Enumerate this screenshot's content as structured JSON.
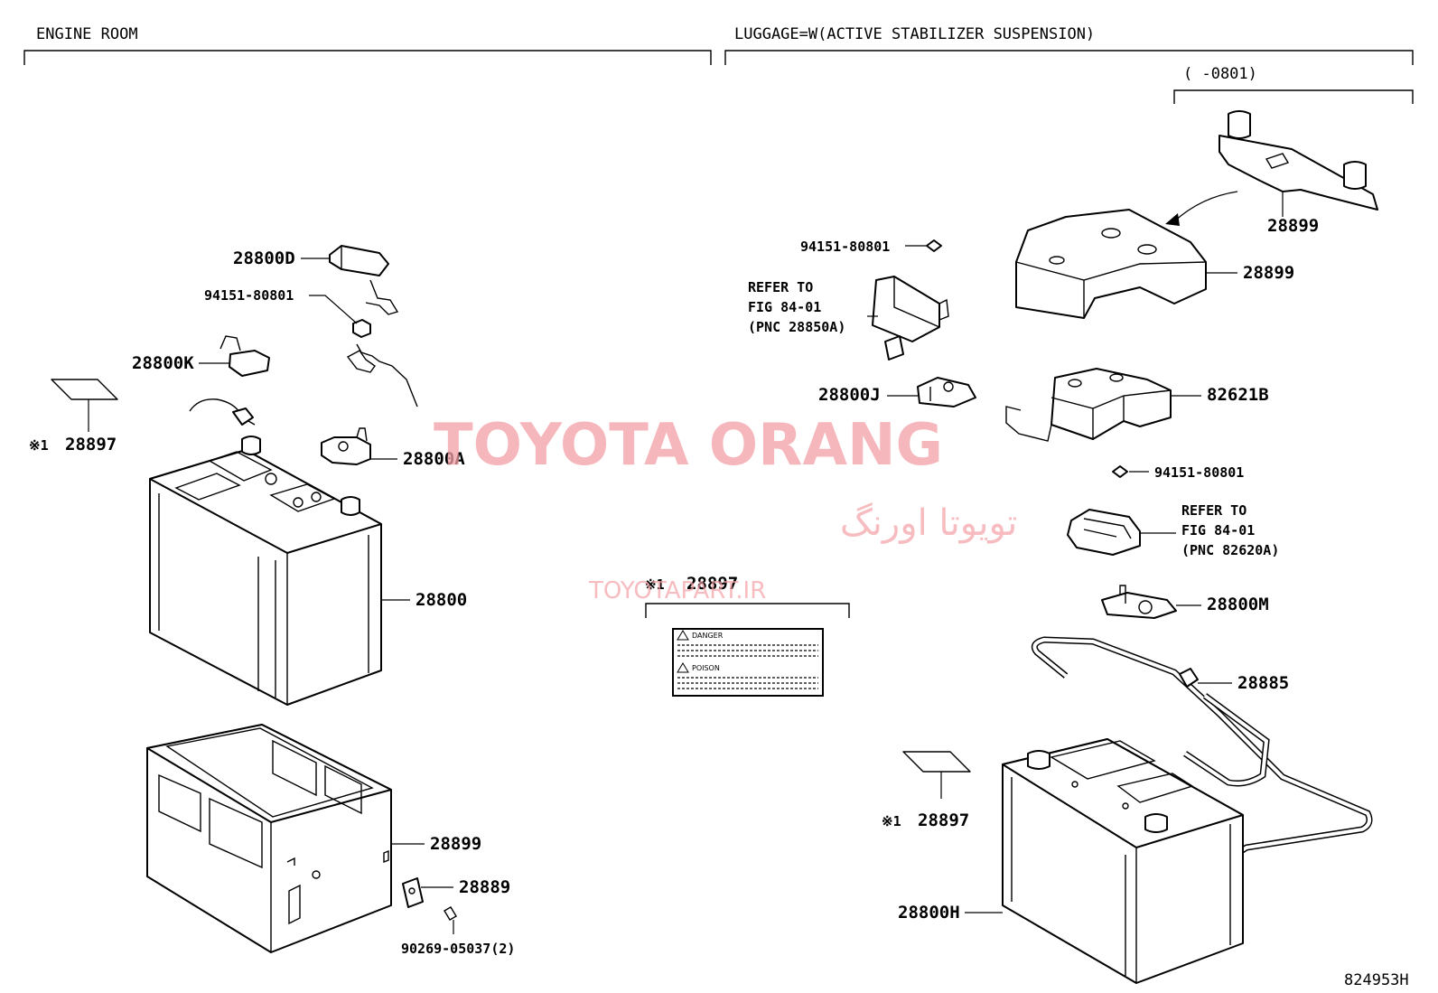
{
  "sections": {
    "engine_room": "ENGINE ROOM",
    "luggage": "LUGGAGE=W(ACTIVE STABILIZER SUSPENSION)",
    "date_range": "(     -0801)"
  },
  "labels": {
    "p28800D": "28800D",
    "p94151_a": "94151-80801",
    "p28800K": "28800K",
    "p28897_left": "28897",
    "p28800A": "28800A",
    "p28800": "28800",
    "p28899_left": "28899",
    "p28889": "28889",
    "p90269": "90269-05037(2)",
    "p28897_center": "28897",
    "p94151_b": "94151-80801",
    "refer1_line1": "REFER TO",
    "refer1_line2": "FIG 84-01",
    "refer1_line3": "(PNC 28850A)",
    "p28800J": "28800J",
    "p28899_top": "28899",
    "p28899_mid": "28899",
    "p82621B": "82621B",
    "p94151_c": "94151-80801",
    "refer2_line1": "REFER TO",
    "refer2_line2": "FIG 84-01",
    "refer2_line3": "(PNC 82620A)",
    "p28800M": "28800M",
    "p28885": "28885",
    "p28897_right": "28897",
    "p28800H": "28800H",
    "mark": "※1",
    "diagram_id": "824953H"
  },
  "warning_label": {
    "danger": "DANGER",
    "poison": "POISON"
  },
  "watermark": {
    "title": "TOYOTA ORANG",
    "persian": "تویوتا اورنگ",
    "url": "TOYOTAPART.IR"
  }
}
